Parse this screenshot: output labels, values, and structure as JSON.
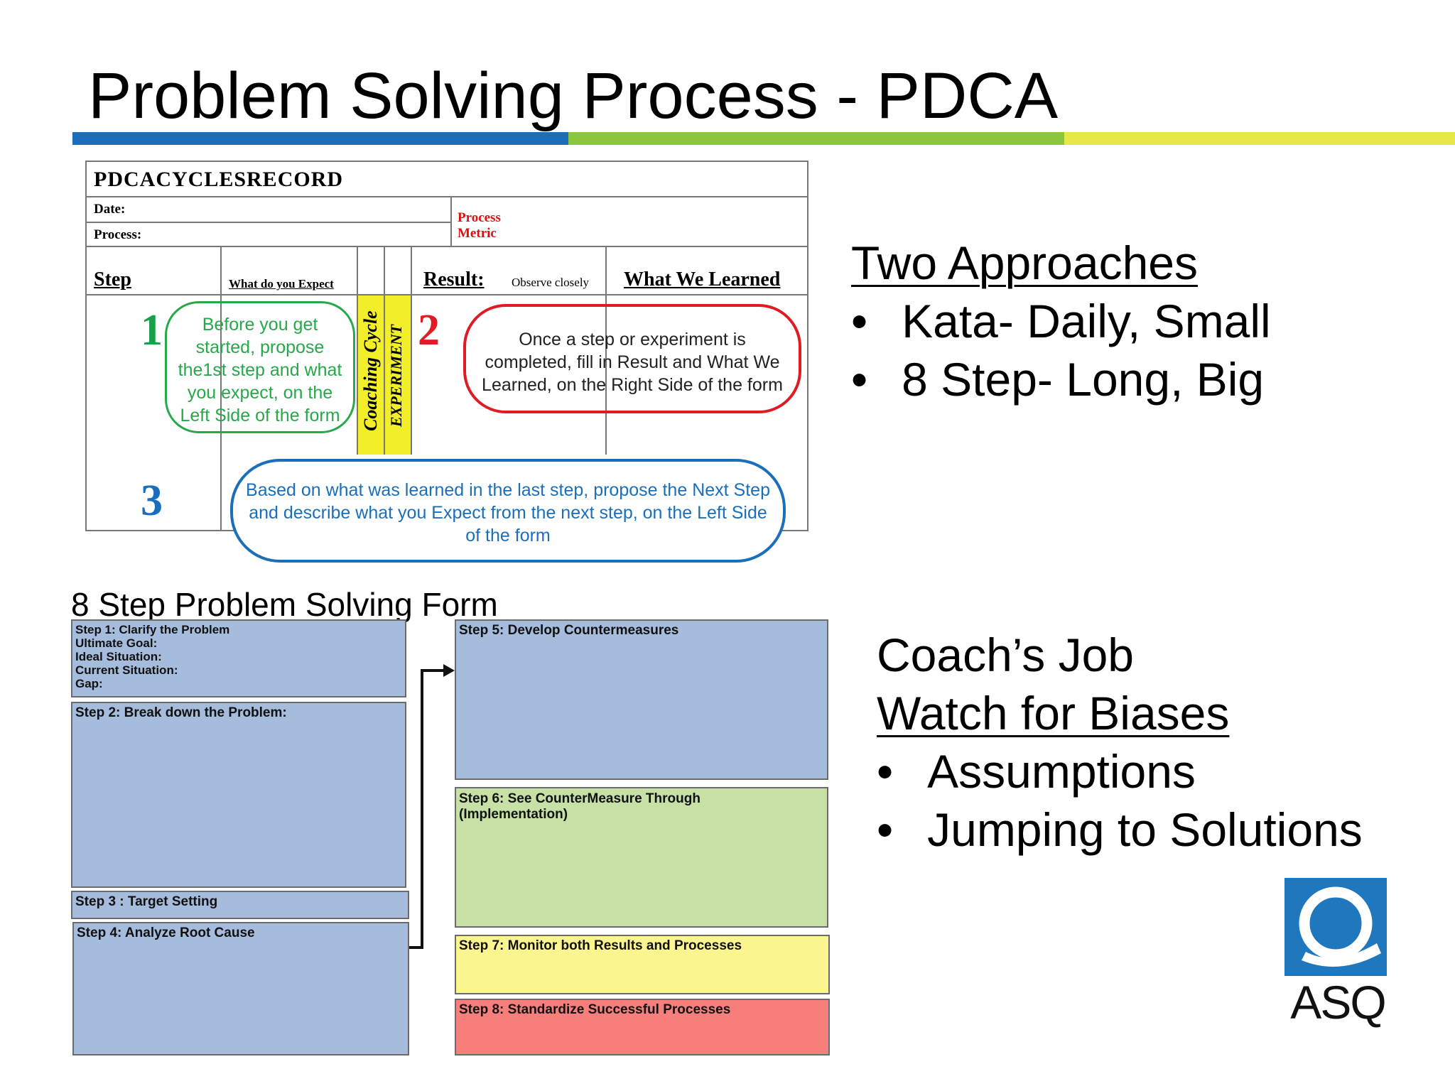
{
  "slide": {
    "title": "Problem Solving Process - PDCA",
    "accent_colors": [
      "#1b6fba",
      "#8cc63f",
      "#e6e84a"
    ]
  },
  "pdca_record": {
    "heading": "PDCACYCLESRECORD",
    "date_label": "Date:",
    "process_label": "Process:",
    "process_metric_label_1": "Process",
    "process_metric_label_2": "Metric",
    "col_step": "Step",
    "col_expect": "What do you Expect",
    "col_result": "Result:",
    "col_observe": "Observe closely",
    "col_learned": "What We Learned",
    "num1": "1",
    "num2": "2",
    "num3": "3",
    "bubble1": "Before you get started, propose the1st step and what you expect, on the Left Side of the form",
    "bubble2": "Once a step or experiment is completed, fill in Result and What We Learned, on the Right Side of the form",
    "bubble3": "Based on what was learned in the last step, propose the Next Step and describe what you Expect from the next step, on the Left Side of the form",
    "coaching_cycle": "Coaching Cycle",
    "experiment": "EXPERIMENT"
  },
  "form": {
    "title": "8 Step Problem Solving Form",
    "step1_lines": [
      "Step 1:  Clarify the Problem",
      "Ultimate Goal:",
      "Ideal Situation:",
      "Current Situation:",
      "Gap:"
    ],
    "step2": "Step 2:  Break down the Problem:",
    "step3": "Step 3  :  Target Setting",
    "step4": "Step 4:  Analyze Root Cause",
    "step5": "Step 5:  Develop Countermeasures",
    "step6_lines": [
      "Step 6:  See CounterMeasure Through",
      "(Implementation)"
    ],
    "step7": "Step 7:  Monitor both Results and Processes",
    "step8": "Step 8:  Standardize Successful Processes",
    "colors": {
      "blue": "#a6bcdc",
      "green": "#c6e0a6",
      "yellow": "#fbf58f",
      "red": "#f77f7b"
    }
  },
  "approaches": {
    "heading": "Two Approaches",
    "items": [
      "Kata- Daily, Small",
      "8 Step- Long, Big"
    ]
  },
  "coach": {
    "heading": "Coach’s Job",
    "subheading": "Watch for Biases",
    "items": [
      "Assumptions",
      "Jumping to Solutions"
    ]
  },
  "logo": {
    "text": "ASQ",
    "icon": "asq-q-icon",
    "color": "#1f77bd"
  }
}
